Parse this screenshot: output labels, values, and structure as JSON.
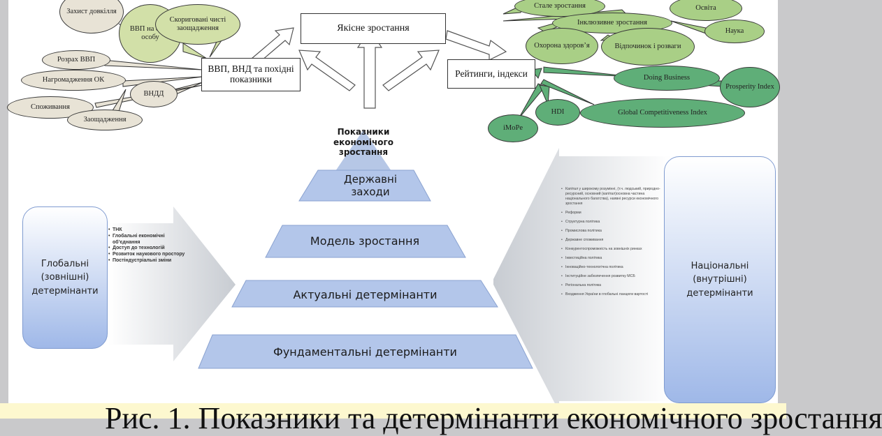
{
  "top": {
    "center_box": "Якісне зростання",
    "left_box": "ВВП, ВНД та похідні показники",
    "right_box": "Рейтинги, індекси",
    "core_title": "Показники економічого зростання"
  },
  "left_bubbles": {
    "social_protection": "Захист довкілля",
    "gdp_per_capita": "ВВП на одну особу",
    "adjusted_savings": "Скориговані чисті заощадження",
    "gdp_calc": "Розрах ВВП",
    "capital_accum": "Нагромадження ОК",
    "gni": "ВНДД",
    "consumption": "Споживання",
    "savings": "Заощадження"
  },
  "right_bubbles": {
    "sustainable": "Стале зростання",
    "education": "Освіта",
    "inclusive": "Інклюзивне зростання",
    "science": "Наука",
    "health": "Охорона здоров’я",
    "leisure": "Відпочинок і розваги",
    "doing_business": "Doing Business",
    "prosperity": "Prosperity Index",
    "gci": "Global Competitiveness Index",
    "hdi": "HDI",
    "imope": "iMoPe"
  },
  "pyramid": {
    "tier1": "Державні заходи",
    "tier2": "Модель зростання",
    "tier3": "Актуальні детермінанти",
    "tier4": "Фундаментальні детермінанти"
  },
  "global": {
    "label": "Глобальні (зовнішні) детермінанти",
    "items": [
      "ТНК",
      "Глобальні економічні об’єднання",
      "Доступ до технологій",
      "Розвиток наукового простору",
      "Постіндустріальні зміни"
    ]
  },
  "national": {
    "label": "Національні (внутрішні) детермінанти",
    "items": [
      "Капітал у широкому розумінні, (т.ч. людський, природно-ресурсний, основний (капітал)основна частина національного багатства), наявні ресурси економічного зростання",
      "Реформи",
      "Структурна політика",
      "Промислова політика",
      "Державне споживання",
      "Конкурентоспроможність на зовнішніх ринках",
      "Інвестиційна політика",
      "Інноваційно-технологічна політика",
      "Інституційне забезпечення розвитку МСБ",
      "Регіональна політика",
      "Входження України в глобальні ланцюги вартості"
    ]
  },
  "caption": "Рис. 1. Показники та детермінанти економічного зростання"
}
